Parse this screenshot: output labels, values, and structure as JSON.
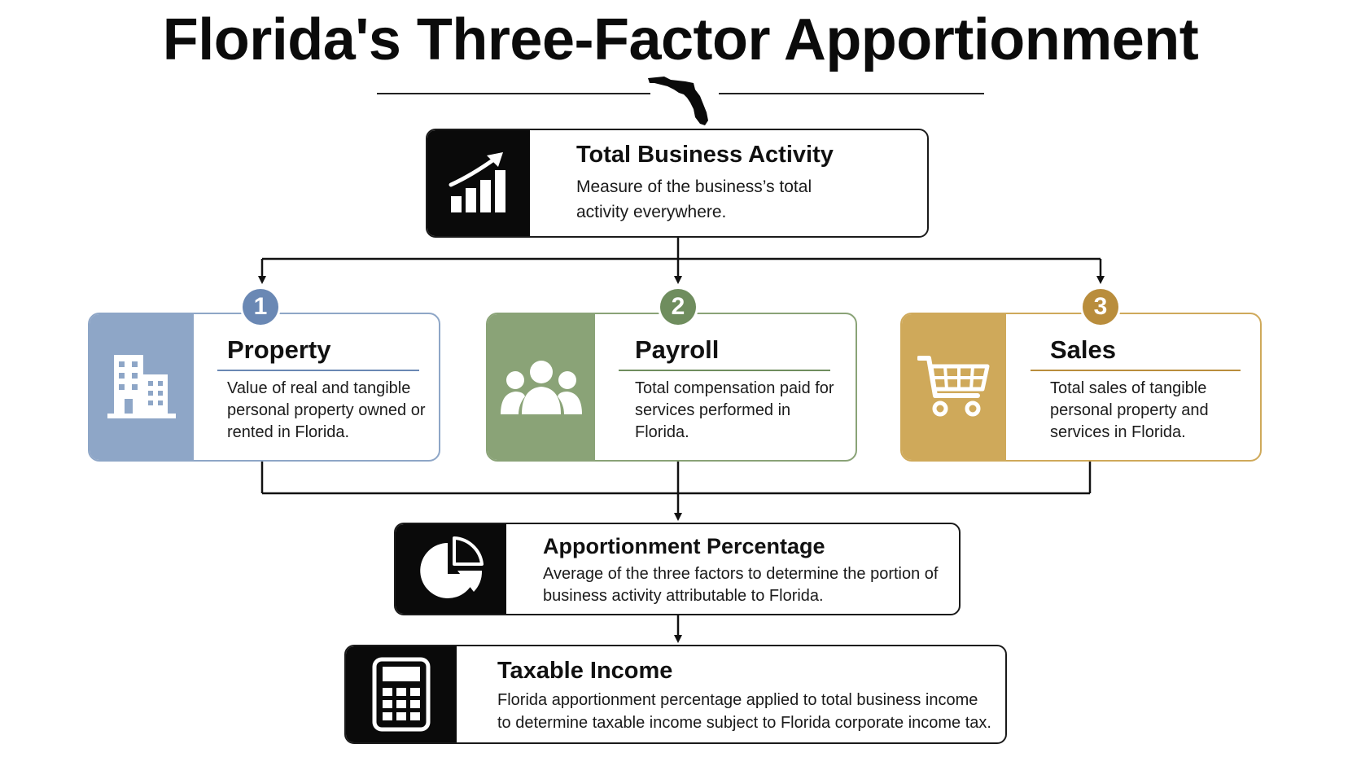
{
  "title": "Florida's Three-Factor Apportionment",
  "header_icon": "florida-map-icon",
  "colors": {
    "ink": "#0a0a0a",
    "property": "#8ea6c7",
    "property_badge": "#6a88b4",
    "payroll": "#8aa377",
    "payroll_badge": "#6f8d5e",
    "sales": "#cfa95a",
    "sales_badge": "#b98d3c"
  },
  "top_box": {
    "icon": "growth-chart-icon",
    "heading": "Total Business Activity",
    "description": "Measure of the business’s total activity everywhere."
  },
  "factors": [
    {
      "number": "1",
      "icon": "building-icon",
      "heading": "Property",
      "description": "Value of real and tangible personal property owned or rented in Florida."
    },
    {
      "number": "2",
      "icon": "people-icon",
      "heading": "Payroll",
      "description": "Total compensation paid for services performed in Florida."
    },
    {
      "number": "3",
      "icon": "shopping-cart-icon",
      "heading": "Sales",
      "description": "Total sales of tangible personal property and services in Florida."
    }
  ],
  "apportionment_box": {
    "icon": "pie-chart-icon",
    "heading": "Apportionment Percentage",
    "description": "Average of the three factors to determine the portion of business activity attributable to Florida."
  },
  "taxable_box": {
    "icon": "calculator-icon",
    "heading": "Taxable Income",
    "description": "Florida apportionment percentage applied to total business income to determine taxable income subject to Florida corporate income tax."
  }
}
